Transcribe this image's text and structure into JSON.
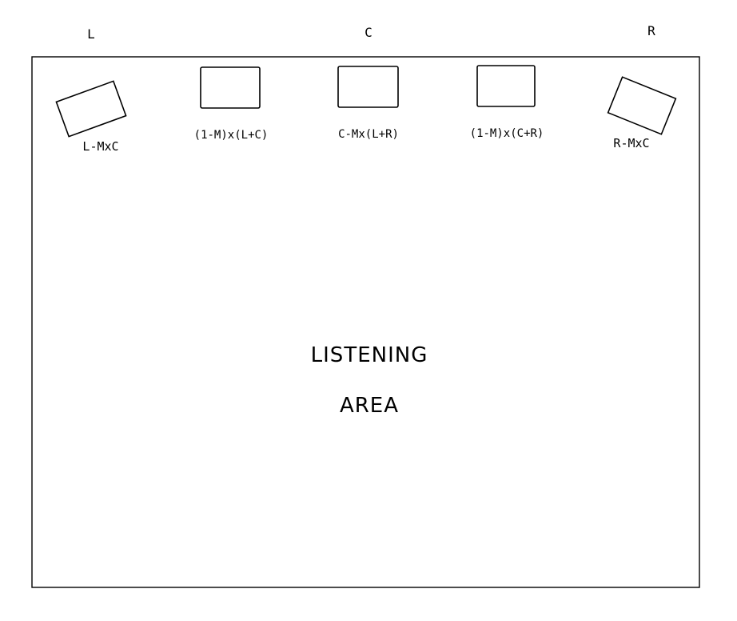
{
  "channels": {
    "left": "L",
    "center": "C",
    "right": "R"
  },
  "speakers": [
    {
      "label": "L-MxC"
    },
    {
      "label": "(1-M)x(L+C)"
    },
    {
      "label": "C-Mx(L+R)"
    },
    {
      "label": "(1-M)x(C+R)"
    },
    {
      "label": "R-MxC"
    }
  ],
  "area": {
    "line1": "LISTENING",
    "line2": "AREA"
  },
  "colors": {
    "stroke": "#000000",
    "background": "#ffffff"
  }
}
